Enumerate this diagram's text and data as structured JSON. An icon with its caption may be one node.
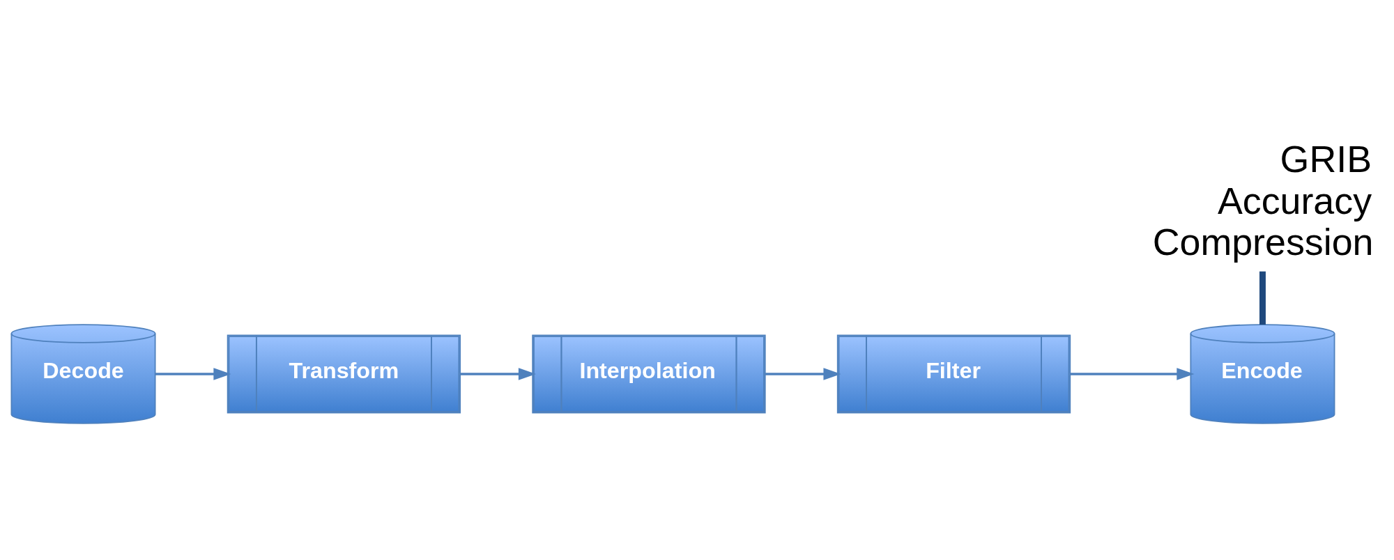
{
  "diagram": {
    "nodes": [
      {
        "text": [
          "Decode"
        ]
      },
      {
        "text": [
          "Transform"
        ]
      },
      {
        "text": [
          "Interpolation"
        ]
      },
      {
        "text": [
          "Filter"
        ]
      },
      {
        "text": [
          "Encode"
        ]
      },
      {
        "text": [
          "GRIB",
          "Accuracy",
          "Compression"
        ]
      }
    ],
    "edges": [
      {
        "from": 0,
        "to": 1,
        "arrow": "to"
      },
      {
        "from": 1,
        "to": 2,
        "arrow": "to"
      },
      {
        "from": 2,
        "to": 3,
        "arrow": "to"
      },
      {
        "from": 3,
        "to": 4,
        "arrow": "to"
      },
      {
        "from": 5,
        "to": 4,
        "arrow": "none",
        "style": "thick",
        "color": "#1f497d"
      }
    ]
  }
}
